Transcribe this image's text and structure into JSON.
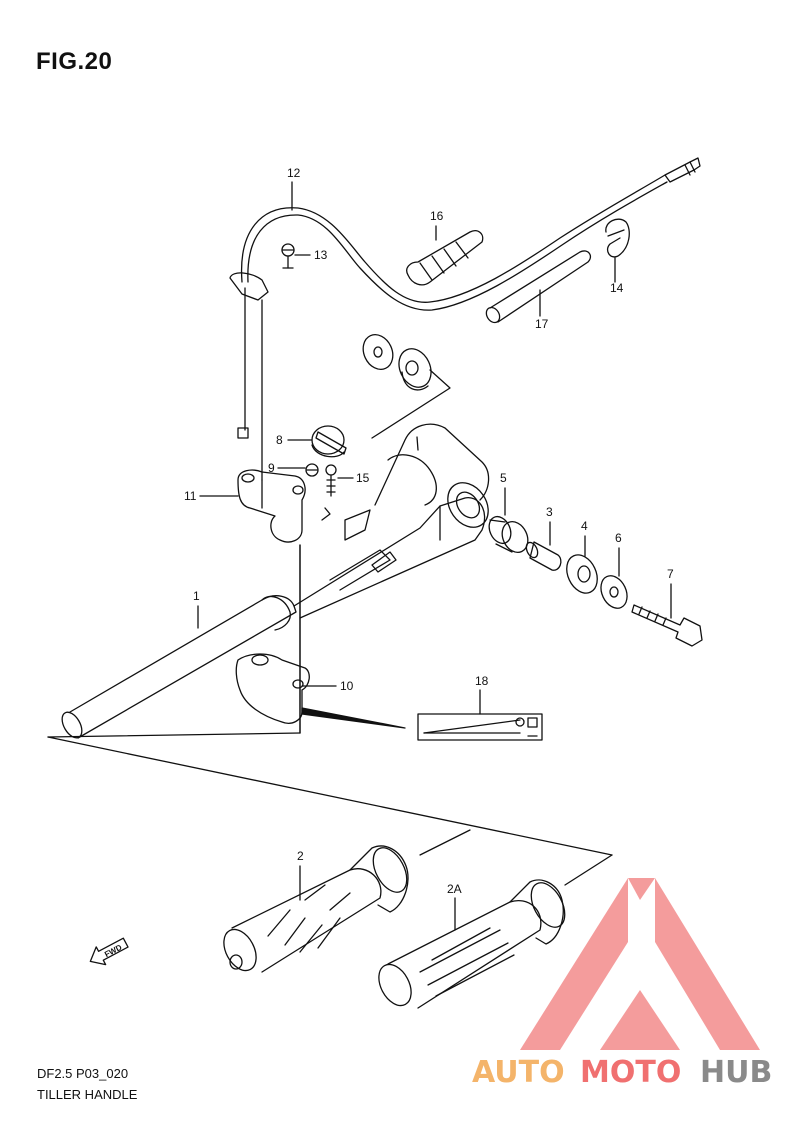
{
  "figure": {
    "title": "FIG.20",
    "model_code": "DF2.5 P03_020",
    "caption": "TILLER HANDLE"
  },
  "part_labels": [
    "1",
    "2",
    "2A",
    "3",
    "4",
    "5",
    "6",
    "7",
    "8",
    "9",
    "10",
    "11",
    "12",
    "13",
    "14",
    "15",
    "16",
    "17",
    "18"
  ],
  "fwd_arrow": {
    "label": "FWD",
    "icon": "fwd-arrow-icon"
  },
  "watermark": {
    "part1": "AUTO",
    "part2": "MOTO",
    "part3": "HUB",
    "color_orange": "#f4b46a",
    "color_red": "#f07070",
    "color_gray": "#8a8a8a"
  },
  "colors": {
    "line": "#111111",
    "paper": "#ffffff"
  }
}
